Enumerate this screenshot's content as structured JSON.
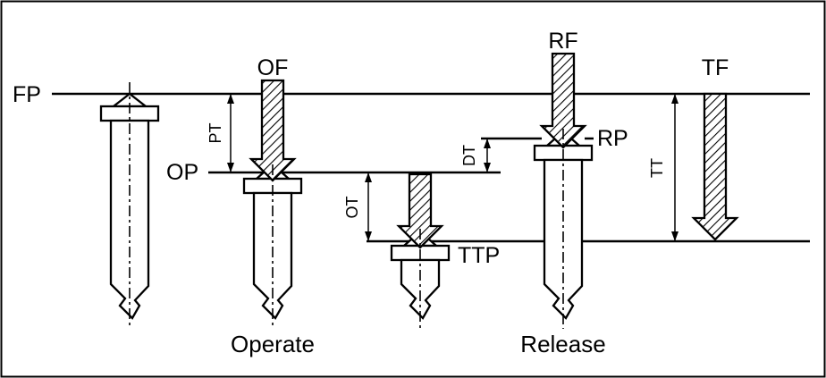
{
  "diagram": {
    "type": "switch-travel-terminology-diagram",
    "background": "#ffffff",
    "line_color": "#000000",
    "labels": {
      "fp": "FP",
      "of": "OF",
      "op": "OP",
      "pt": "PT",
      "ot": "OT",
      "ttp": "TTP",
      "rf": "RF",
      "rp": "RP",
      "dt": "DT",
      "tt": "TT",
      "tf": "TF",
      "operate": "Operate",
      "release": "Release"
    }
  }
}
